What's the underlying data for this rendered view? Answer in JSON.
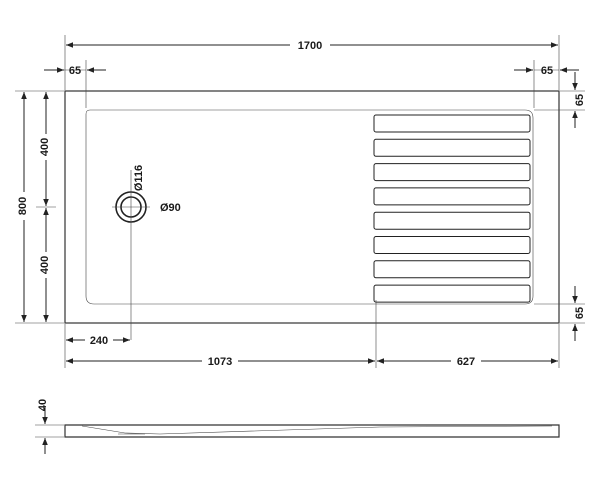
{
  "drawing": {
    "type": "technical-drawing",
    "subject": "walk-in shower tray plan and side elevation",
    "colors": {
      "line": "#222222",
      "background": "#ffffff"
    },
    "dimensions": {
      "overall_length": "1700",
      "overall_width": "800",
      "border_left": "65",
      "border_right": "65",
      "border_top": "65",
      "border_bottom": "65",
      "half_width_top": "400",
      "half_width_bottom": "400",
      "waste_offset": "240",
      "flat_section": "1073",
      "ribbed_section": "627",
      "waste_outer_diameter": "Ø116",
      "waste_inner_diameter": "Ø90",
      "tray_height": "40"
    },
    "ribs_count": 8
  }
}
